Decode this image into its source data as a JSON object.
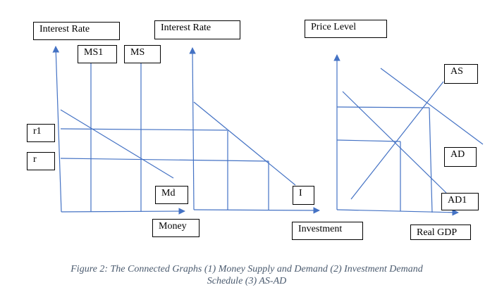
{
  "colors": {
    "line": "#4472c4",
    "label_border": "#000000",
    "caption": "#4a5a6e"
  },
  "graph1": {
    "y_axis_label": "Interest Rate",
    "x_axis_label": "Money",
    "ms1_label": "MS1",
    "ms_label": "MS",
    "r1_label": "r1",
    "r_label": "r",
    "md_label": "Md"
  },
  "graph2": {
    "y_axis_label": "Interest Rate",
    "x_axis_label": "Investment",
    "i_label": "I"
  },
  "graph3": {
    "y_axis_label": "Price Level",
    "x_axis_label": "Real GDP",
    "as_label": "AS",
    "ad_label": "AD",
    "ad1_label": "AD1"
  },
  "caption": {
    "line1": "Figure 2: The Connected Graphs (1) Money Supply and Demand (2) Investment Demand",
    "line2": "Schedule (3) AS-AD"
  }
}
